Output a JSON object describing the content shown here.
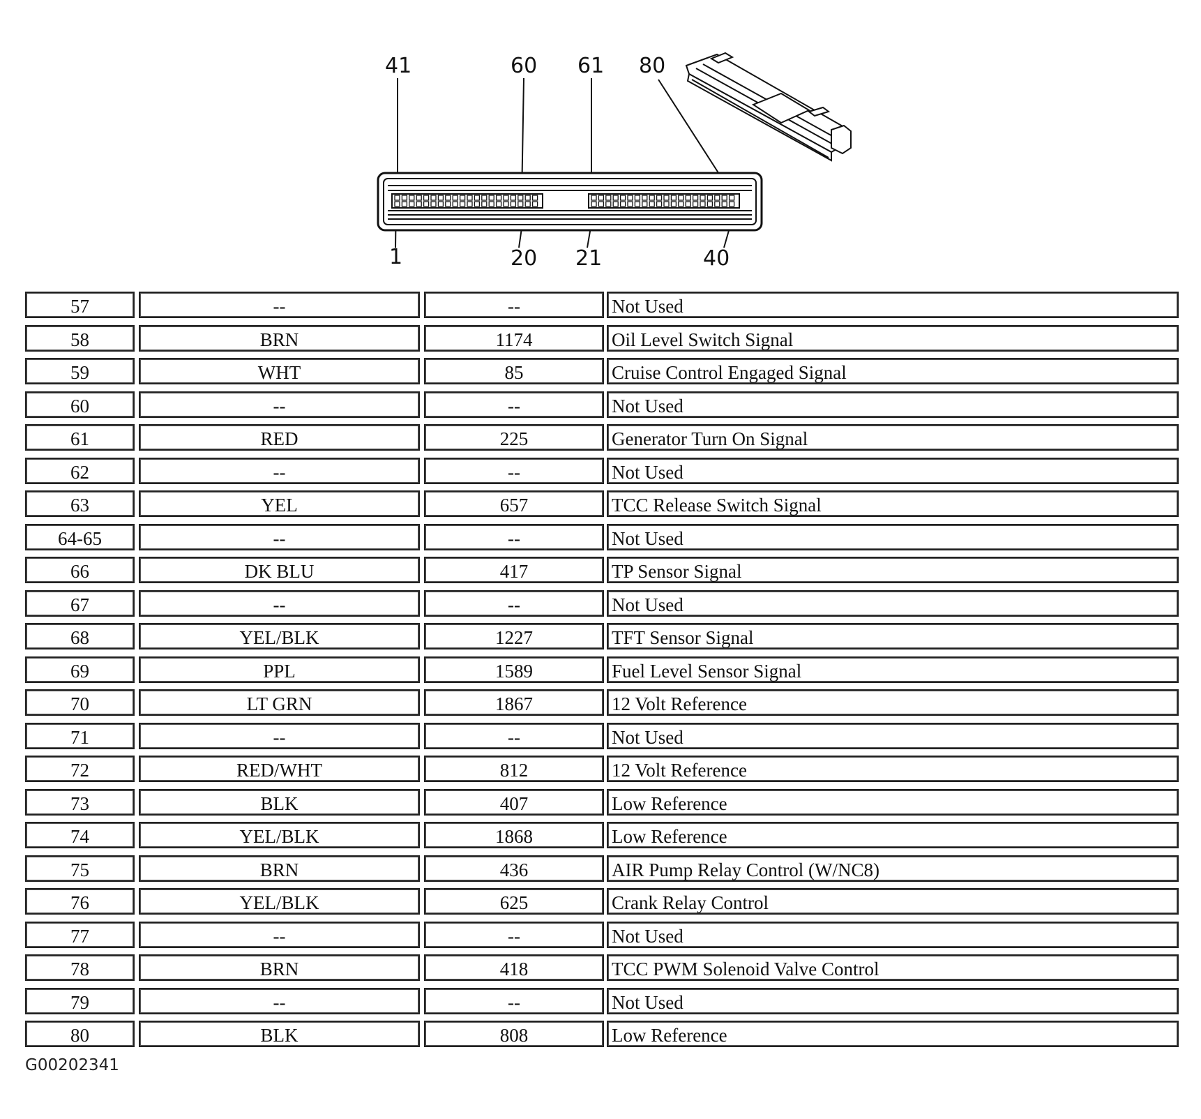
{
  "connector": {
    "top_labels": [
      "41",
      "60",
      "61",
      "80"
    ],
    "bottom_labels": [
      "1",
      "20",
      "21",
      "40"
    ]
  },
  "rows": [
    {
      "pin": "57",
      "color": "--",
      "circuit": "--",
      "function": "Not Used"
    },
    {
      "pin": "58",
      "color": "BRN",
      "circuit": "1174",
      "function": "Oil Level Switch Signal"
    },
    {
      "pin": "59",
      "color": "WHT",
      "circuit": "85",
      "function": "Cruise Control Engaged Signal"
    },
    {
      "pin": "60",
      "color": "--",
      "circuit": "--",
      "function": "Not Used"
    },
    {
      "pin": "61",
      "color": "RED",
      "circuit": "225",
      "function": "Generator Turn On Signal"
    },
    {
      "pin": "62",
      "color": "--",
      "circuit": "--",
      "function": "Not Used"
    },
    {
      "pin": "63",
      "color": "YEL",
      "circuit": "657",
      "function": "TCC Release Switch Signal"
    },
    {
      "pin": "64-65",
      "color": "--",
      "circuit": "--",
      "function": "Not Used"
    },
    {
      "pin": "66",
      "color": "DK BLU",
      "circuit": "417",
      "function": "TP Sensor Signal"
    },
    {
      "pin": "67",
      "color": "--",
      "circuit": "--",
      "function": "Not Used"
    },
    {
      "pin": "68",
      "color": "YEL/BLK",
      "circuit": "1227",
      "function": "TFT Sensor Signal"
    },
    {
      "pin": "69",
      "color": "PPL",
      "circuit": "1589",
      "function": "Fuel Level Sensor Signal"
    },
    {
      "pin": "70",
      "color": "LT GRN",
      "circuit": "1867",
      "function": "12 Volt Reference"
    },
    {
      "pin": "71",
      "color": "--",
      "circuit": "--",
      "function": "Not Used"
    },
    {
      "pin": "72",
      "color": "RED/WHT",
      "circuit": "812",
      "function": "12 Volt Reference"
    },
    {
      "pin": "73",
      "color": "BLK",
      "circuit": "407",
      "function": "Low Reference"
    },
    {
      "pin": "74",
      "color": "YEL/BLK",
      "circuit": "1868",
      "function": "Low Reference"
    },
    {
      "pin": "75",
      "color": "BRN",
      "circuit": "436",
      "function": "AIR Pump Relay Control (W/NC8)"
    },
    {
      "pin": "76",
      "color": "YEL/BLK",
      "circuit": "625",
      "function": "Crank Relay Control"
    },
    {
      "pin": "77",
      "color": "--",
      "circuit": "--",
      "function": "Not Used"
    },
    {
      "pin": "78",
      "color": "BRN",
      "circuit": "418",
      "function": "TCC PWM Solenoid Valve Control"
    },
    {
      "pin": "79",
      "color": "--",
      "circuit": "--",
      "function": "Not Used"
    },
    {
      "pin": "80",
      "color": "BLK",
      "circuit": "808",
      "function": "Low Reference"
    }
  ],
  "figure_id": "G00202341"
}
